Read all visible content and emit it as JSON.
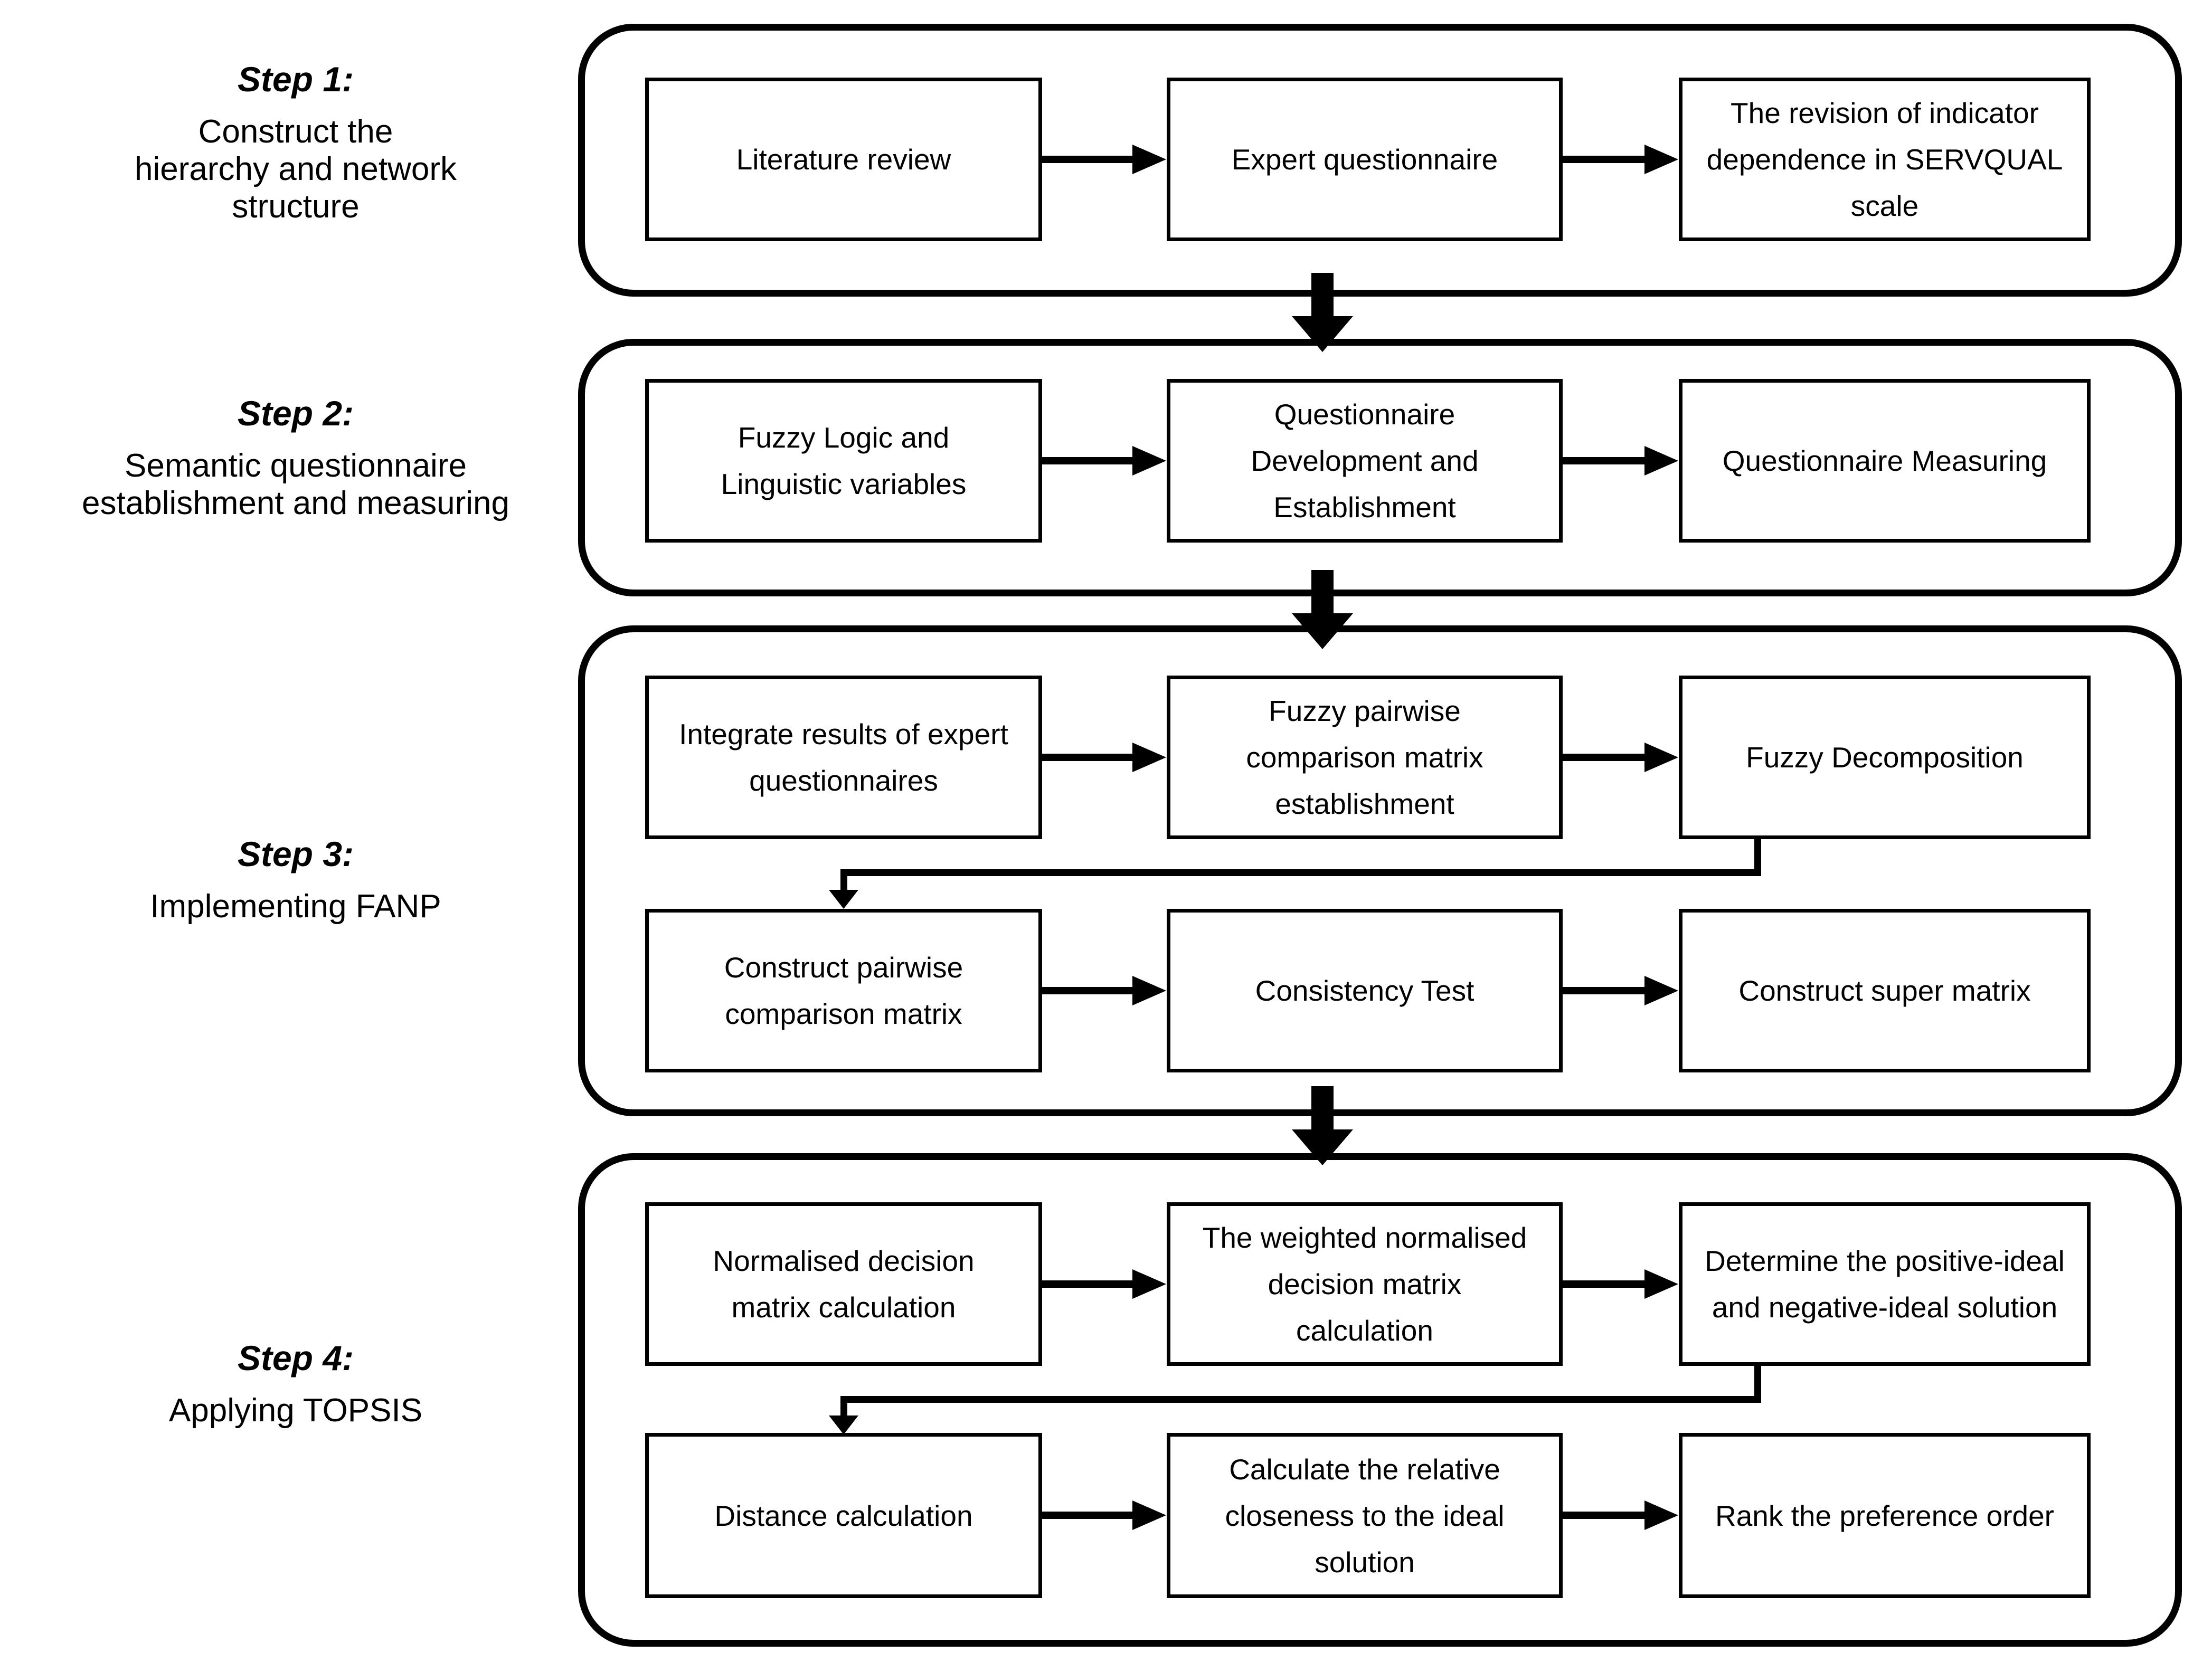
{
  "colors": {
    "ink": "#000000",
    "background": "#ffffff"
  },
  "steps": [
    {
      "title": "Step 1:",
      "subtitle_lines": [
        "Construct the",
        "hierarchy and network",
        "structure"
      ],
      "rows": [
        {
          "boxes": [
            "Literature review",
            "Expert questionnaire",
            "The revision of indicator dependence in SERVQUAL scale"
          ]
        }
      ]
    },
    {
      "title": "Step 2:",
      "subtitle_lines": [
        "Semantic questionnaire",
        "establishment and measuring"
      ],
      "rows": [
        {
          "boxes": [
            "Fuzzy Logic and Linguistic variables",
            "Questionnaire Development and Establishment",
            "Questionnaire Measuring"
          ]
        }
      ]
    },
    {
      "title": "Step 3:",
      "subtitle_lines": [
        "Implementing FANP"
      ],
      "rows": [
        {
          "boxes": [
            "Integrate results of expert questionnaires",
            "Fuzzy pairwise comparison matrix establishment",
            "Fuzzy Decomposition"
          ]
        },
        {
          "boxes": [
            "Construct pairwise comparison matrix",
            "Consistency Test",
            "Construct super matrix"
          ]
        }
      ]
    },
    {
      "title": "Step 4:",
      "subtitle_lines": [
        "Applying TOPSIS"
      ],
      "rows": [
        {
          "boxes": [
            "Normalised decision matrix calculation",
            "The weighted normalised decision matrix calculation",
            "Determine the positive-ideal and negative-ideal solution"
          ]
        },
        {
          "boxes": [
            "Distance calculation",
            "Calculate the relative closeness to the ideal solution",
            "Rank the preference order"
          ]
        }
      ]
    }
  ]
}
